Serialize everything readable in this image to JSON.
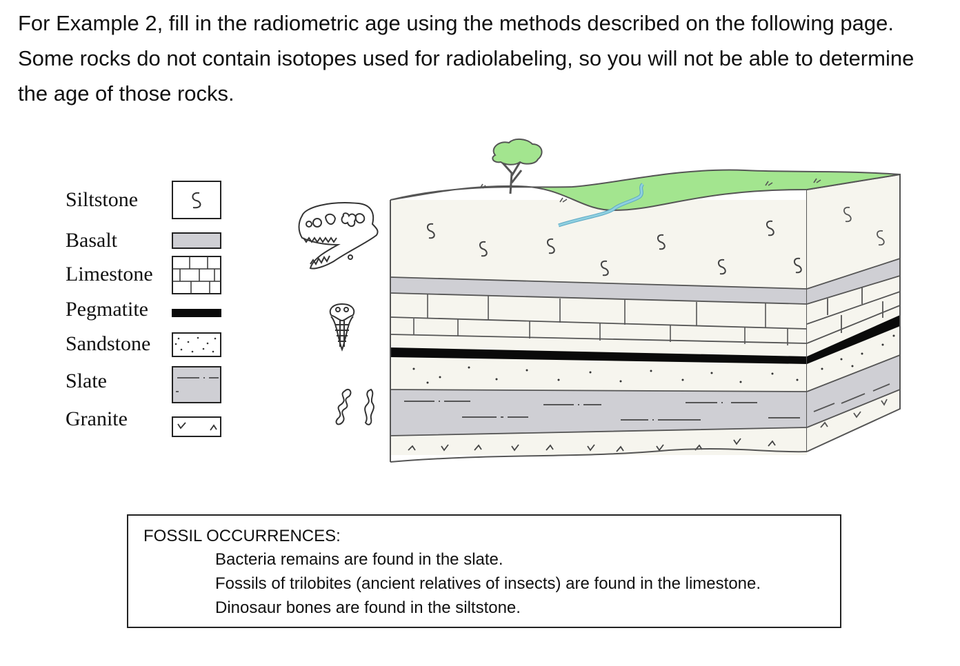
{
  "instructions": [
    "For Example 2, fill in the radiometric age using the methods described on the following page.",
    "Some rocks do not contain isotopes used for radiolabeling, so you will not be able to determine",
    "the age of those rocks."
  ],
  "legend": {
    "items": [
      {
        "label": "Siltstone",
        "pattern": "siltstone"
      },
      {
        "label": "Basalt",
        "pattern": "basalt"
      },
      {
        "label": "Limestone",
        "pattern": "limestone"
      },
      {
        "label": "Pegmatite",
        "pattern": "pegmatite"
      },
      {
        "label": "Sandstone",
        "pattern": "sandstone"
      },
      {
        "label": "Slate",
        "pattern": "slate"
      },
      {
        "label": "Granite",
        "pattern": "granite"
      }
    ]
  },
  "diagram": {
    "surface_features": [
      "tree",
      "river",
      "grass"
    ],
    "fossil_icons": [
      "dinosaur-skull-icon",
      "trilobite-icon",
      "bacteria-icon"
    ],
    "strata_top_to_bottom": [
      "Siltstone",
      "Basalt",
      "Limestone",
      "Pegmatite",
      "Sandstone",
      "Slate",
      "Granite"
    ]
  },
  "fossils": {
    "title": "FOSSIL OCCURRENCES:",
    "lines": [
      "Bacteria remains are found in the slate.",
      "Fossils of trilobites (ancient relatives of insects) are found in the limestone.",
      "Dinosaur bones are found in the siltstone."
    ]
  },
  "colors": {
    "grass": "#a3e58f",
    "river": "#8fd0e0",
    "rock_light": "#f6f5ee",
    "basalt": "#cfcfd4",
    "slate": "#cfcfd4",
    "pegmatite": "#0a0a0a",
    "outline": "#555555"
  }
}
